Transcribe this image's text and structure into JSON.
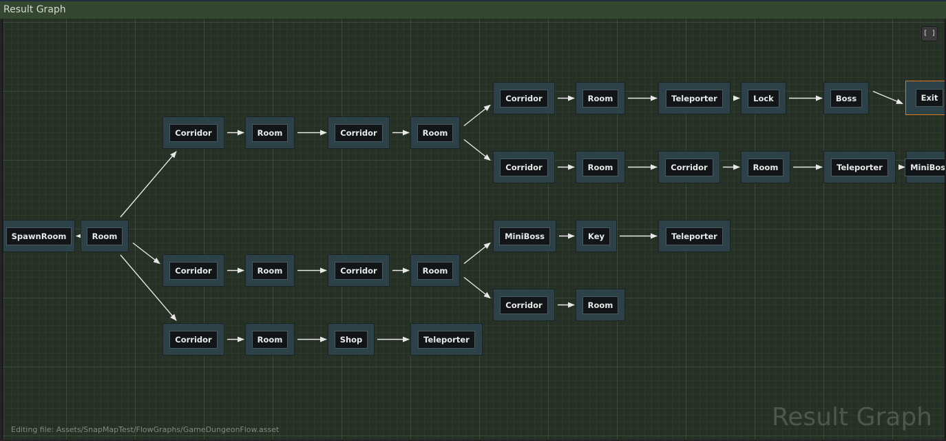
{
  "window": {
    "title": "Result Graph"
  },
  "toolbar": {
    "frame_button_label": "[ ]"
  },
  "status": {
    "editing_file": "Editing file: Assets/SnapMapTest/FlowGraphs/GameDungeonFlow.asset"
  },
  "watermark": {
    "label": "Result Graph"
  },
  "colors": {
    "canvas": "#263024",
    "node": "#2d4148",
    "label_bg": "#111517",
    "edge": "#e8e8e8",
    "selected_border": "#e07a1f"
  },
  "nodes": [
    {
      "id": "spawn",
      "label": "SpawnRoom"
    },
    {
      "id": "room0",
      "label": "Room"
    },
    {
      "id": "a1",
      "label": "Corridor"
    },
    {
      "id": "a2",
      "label": "Room"
    },
    {
      "id": "a3",
      "label": "Corridor"
    },
    {
      "id": "a4",
      "label": "Room"
    },
    {
      "id": "b1",
      "label": "Corridor"
    },
    {
      "id": "b2",
      "label": "Room"
    },
    {
      "id": "b3",
      "label": "Teleporter"
    },
    {
      "id": "b4",
      "label": "Lock"
    },
    {
      "id": "b5",
      "label": "Boss"
    },
    {
      "id": "b6",
      "label": "Exit",
      "selected": true
    },
    {
      "id": "c1",
      "label": "Corridor"
    },
    {
      "id": "c2",
      "label": "Room"
    },
    {
      "id": "c3",
      "label": "Corridor"
    },
    {
      "id": "c4",
      "label": "Room"
    },
    {
      "id": "c5",
      "label": "Teleporter"
    },
    {
      "id": "c6",
      "label": "MiniBoss"
    },
    {
      "id": "d1",
      "label": "Corridor"
    },
    {
      "id": "d2",
      "label": "Room"
    },
    {
      "id": "d3",
      "label": "Corridor"
    },
    {
      "id": "d4",
      "label": "Room"
    },
    {
      "id": "e1",
      "label": "MiniBoss"
    },
    {
      "id": "e2",
      "label": "Key"
    },
    {
      "id": "e3",
      "label": "Teleporter"
    },
    {
      "id": "f1",
      "label": "Corridor"
    },
    {
      "id": "f2",
      "label": "Room"
    },
    {
      "id": "g1",
      "label": "Corridor"
    },
    {
      "id": "g2",
      "label": "Room"
    },
    {
      "id": "g3",
      "label": "Shop"
    },
    {
      "id": "g4",
      "label": "Teleporter"
    }
  ],
  "edges": [
    [
      "room0",
      "spawn"
    ],
    [
      "room0",
      "a1"
    ],
    [
      "a1",
      "a2"
    ],
    [
      "a2",
      "a3"
    ],
    [
      "a3",
      "a4"
    ],
    [
      "a4",
      "b1"
    ],
    [
      "b1",
      "b2"
    ],
    [
      "b2",
      "b3"
    ],
    [
      "b3",
      "b4"
    ],
    [
      "b4",
      "b5"
    ],
    [
      "b5",
      "b6"
    ],
    [
      "a4",
      "c1"
    ],
    [
      "c1",
      "c2"
    ],
    [
      "c2",
      "c3"
    ],
    [
      "c3",
      "c4"
    ],
    [
      "c4",
      "c5"
    ],
    [
      "c5",
      "c6"
    ],
    [
      "room0",
      "d1"
    ],
    [
      "d1",
      "d2"
    ],
    [
      "d2",
      "d3"
    ],
    [
      "d3",
      "d4"
    ],
    [
      "d4",
      "e1"
    ],
    [
      "e1",
      "e2"
    ],
    [
      "e2",
      "e3"
    ],
    [
      "d4",
      "f1"
    ],
    [
      "f1",
      "f2"
    ],
    [
      "room0",
      "g1"
    ],
    [
      "g1",
      "g2"
    ],
    [
      "g2",
      "g3"
    ],
    [
      "g3",
      "g4"
    ]
  ]
}
